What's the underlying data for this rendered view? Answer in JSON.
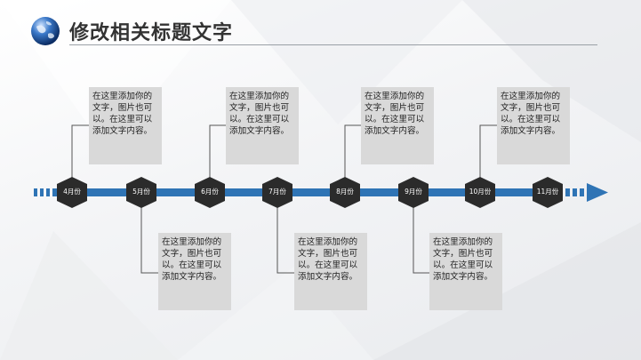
{
  "slide": {
    "title": "修改相关标题文字"
  },
  "timeline": {
    "months": [
      "4月份",
      "5月份",
      "6月份",
      "7月份",
      "8月份",
      "9月份",
      "10月份",
      "11月份"
    ],
    "items": [
      {
        "text": "在这里添加你的文字，图片也可以。在这里可以添加文字内容。"
      },
      {
        "text": "在这里添加你的文字，图片也可以。在这里可以添加文字内容。"
      },
      {
        "text": "在这里添加你的文字，图片也可以。在这里可以添加文字内容。"
      },
      {
        "text": "在这里添加你的文字，图片也可以。在这里可以添加文字内容。"
      },
      {
        "text": "在这里添加你的文字，图片也可以。在这里可以添加文字内容。"
      },
      {
        "text": "在这里添加你的文字，图片也可以。在这里可以添加文字内容。"
      },
      {
        "text": "在这里添加你的文字，图片也可以。在这里可以添加文字内容。"
      }
    ]
  },
  "colors": {
    "timeline_blue": "#2f74b5",
    "hexagon": "#2b2b2b",
    "box_fill": "#d9d9d9",
    "connector": "#555555"
  }
}
